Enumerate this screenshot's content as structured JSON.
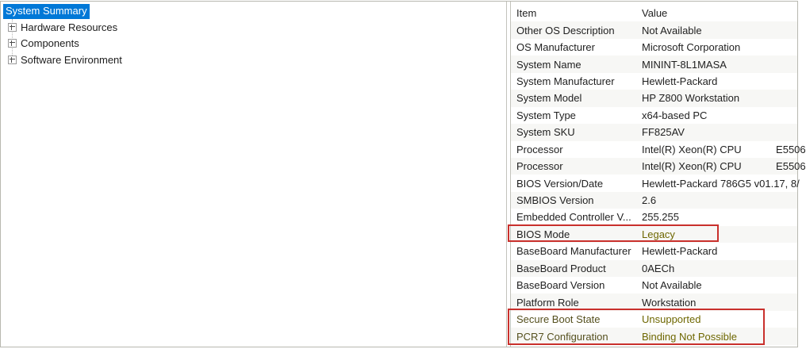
{
  "colors": {
    "selection_blue": "#0078d7",
    "annotation_red": "#c9302c",
    "olive_label": "#55501e",
    "olive_value": "#6e6700"
  },
  "tree": {
    "selected_item": "System Summary",
    "items": [
      {
        "label": "Hardware Resources"
      },
      {
        "label": "Components"
      },
      {
        "label": "Software Environment"
      }
    ]
  },
  "table": {
    "columns": {
      "item": "Item",
      "value": "Value"
    },
    "rows": [
      {
        "item": "Other OS Description",
        "value": "Not Available"
      },
      {
        "item": "OS Manufacturer",
        "value": "Microsoft Corporation"
      },
      {
        "item": "System Name",
        "value": "MININT-8L1MASA"
      },
      {
        "item": "System Manufacturer",
        "value": "Hewlett-Packard"
      },
      {
        "item": "System Model",
        "value": "HP Z800 Workstation"
      },
      {
        "item": "System Type",
        "value": "x64-based PC"
      },
      {
        "item": "System SKU",
        "value": "FF825AV"
      },
      {
        "item": "Processor",
        "value": "Intel(R) Xeon(R) CPU            E5506"
      },
      {
        "item": "Processor",
        "value": "Intel(R) Xeon(R) CPU            E5506"
      },
      {
        "item": "BIOS Version/Date",
        "value": "Hewlett-Packard 786G5 v01.17, 8/"
      },
      {
        "item": "SMBIOS Version",
        "value": "2.6"
      },
      {
        "item": "Embedded Controller V...",
        "value": "255.255"
      },
      {
        "item": "BIOS Mode",
        "value": "Legacy",
        "accent": "value"
      },
      {
        "item": "BaseBoard Manufacturer",
        "value": "Hewlett-Packard"
      },
      {
        "item": "BaseBoard Product",
        "value": "0AECh"
      },
      {
        "item": "BaseBoard Version",
        "value": "Not Available"
      },
      {
        "item": "Platform Role",
        "value": "Workstation"
      },
      {
        "item": "Secure Boot State",
        "value": "Unsupported",
        "accent": "row"
      },
      {
        "item": "PCR7 Configuration",
        "value": "Binding Not Possible",
        "accent": "row"
      }
    ]
  }
}
